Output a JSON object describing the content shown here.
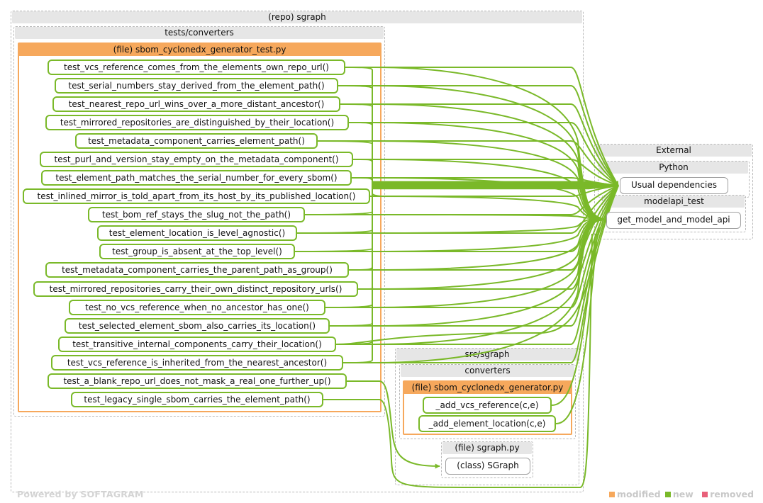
{
  "containers": {
    "repo": "(repo) sgraph",
    "tests_dir": "tests/converters",
    "test_file": "(file) sbom_cyclonedx_generator_test.py",
    "external": "External",
    "python": "Python",
    "modelapi": "modelapi_test",
    "src_dir": "src/sgraph",
    "converters_dir": "converters",
    "gen_file": "(file) sbom_cyclonedx_generator.py",
    "sgraph_file": "(file) sgraph.py"
  },
  "tests": [
    "test_vcs_reference_comes_from_the_elements_own_repo_url()",
    "test_serial_numbers_stay_derived_from_the_element_path()",
    "test_nearest_repo_url_wins_over_a_more_distant_ancestor()",
    "test_mirrored_repositories_are_distinguished_by_their_location()",
    "test_metadata_component_carries_element_path()",
    "test_purl_and_version_stay_empty_on_the_metadata_component()",
    "test_element_path_matches_the_serial_number_for_every_sbom()",
    "test_inlined_mirror_is_told_apart_from_its_host_by_its_published_location()",
    "test_bom_ref_stays_the_slug_not_the_path()",
    "test_element_location_is_level_agnostic()",
    "test_group_is_absent_at_the_top_level()",
    "test_metadata_component_carries_the_parent_path_as_group()",
    "test_mirrored_repositories_carry_their_own_distinct_repository_urls()",
    "test_no_vcs_reference_when_no_ancestor_has_one()",
    "test_selected_element_sbom_also_carries_its_location()",
    "test_transitive_internal_components_carry_their_location()",
    "test_vcs_reference_is_inherited_from_the_nearest_ancestor()",
    "test_a_blank_repo_url_does_not_mask_a_real_one_further_up()",
    "test_legacy_single_sbom_carries_the_element_path()"
  ],
  "external_nodes": {
    "usual": "Usual dependencies",
    "model": "get_model_and_model_api"
  },
  "src_nodes": {
    "vcs": "_add_vcs_reference(c,e)",
    "loc": "_add_element_location(c,e)",
    "sgraph": "(class) SGraph"
  },
  "footer": {
    "powered": "Powered by SOFTAGRAM",
    "legend": [
      "modified",
      "new",
      "removed"
    ]
  },
  "colors": {
    "modified": "#f6a85c",
    "new": "#7ab929",
    "removed": "#e8607a"
  }
}
